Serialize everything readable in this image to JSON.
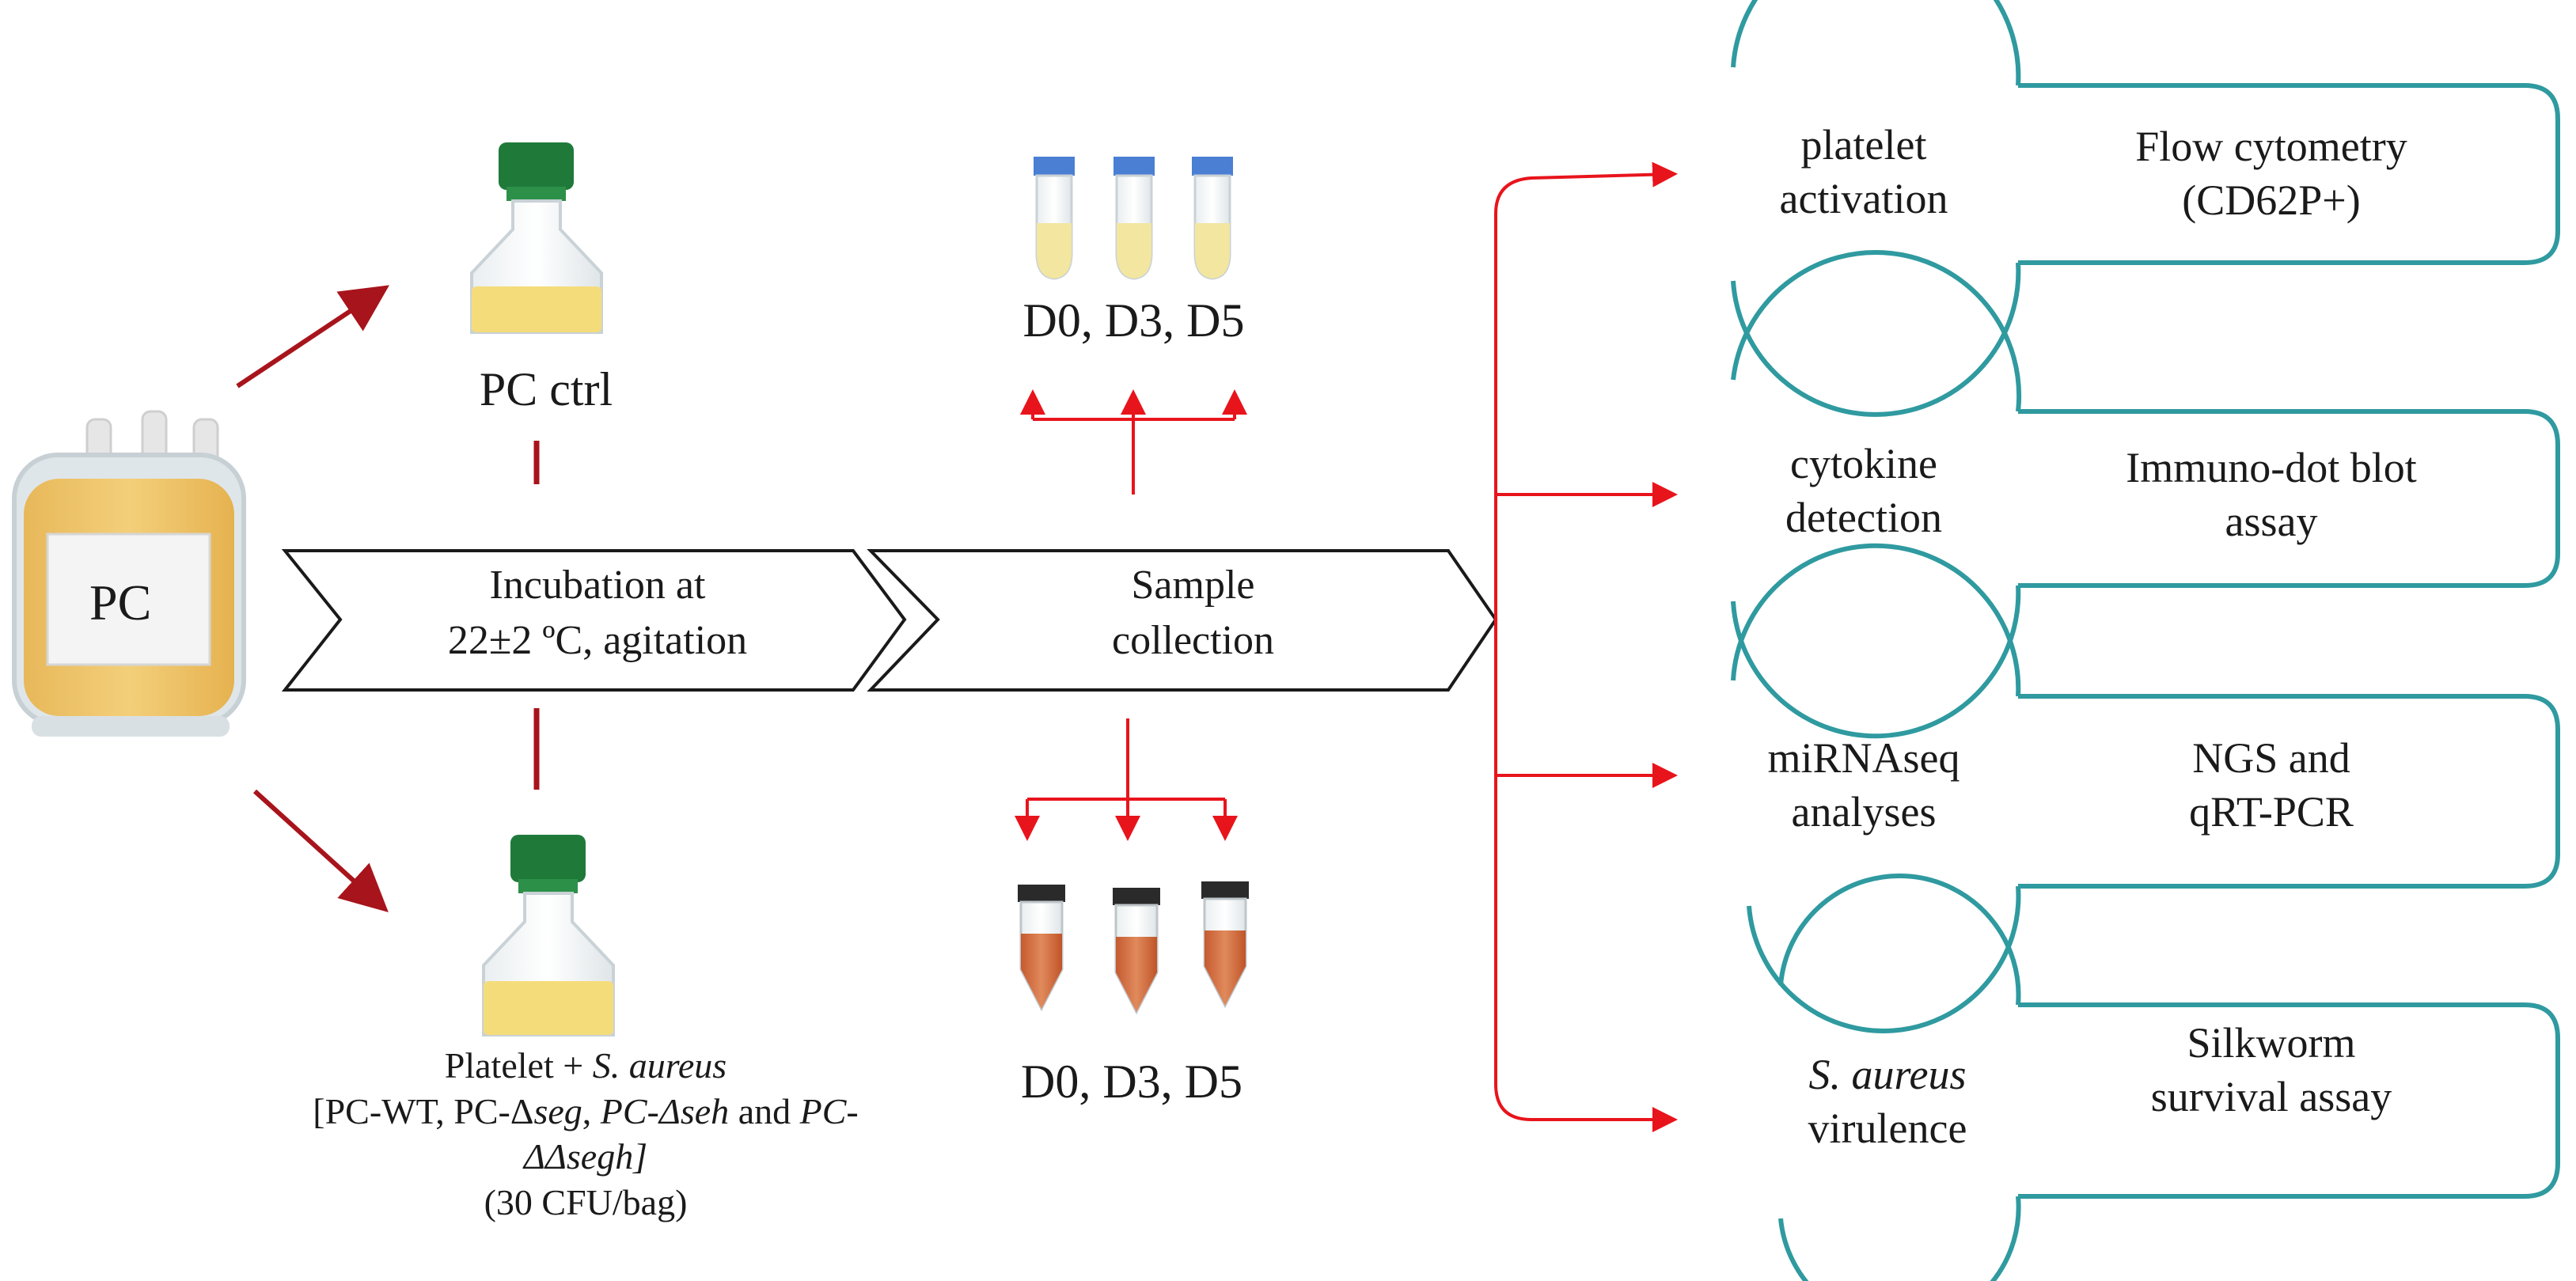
{
  "bag": {
    "label": "PC"
  },
  "flask_top": {
    "label": "PC ctrl"
  },
  "flask_bottom": {
    "line1_plain": "Platelet + ",
    "line1_italic": "S. aureus",
    "line2_a": "[PC-WT, PC-Δ",
    "line2_b": "seg",
    "line2_c": ", ",
    "line2_d": "PC-Δseh",
    "line2_e": " and ",
    "line2_f": "PC-ΔΔsegh]",
    "line3": "(30 CFU/bag)"
  },
  "steps": [
    {
      "line1": "Incubation at",
      "line2": "22±2 ºC, agitation"
    },
    {
      "line1": "Sample",
      "line2": "collection"
    }
  ],
  "tubes_top": {
    "label": "D0, D3, D5"
  },
  "tubes_bottom": {
    "label": "D0, D3, D5"
  },
  "analyses": [
    {
      "circle_line1": "platelet",
      "circle_line2": "activation",
      "box_line1": "Flow cytometry",
      "box_line2": "(CD62P+)",
      "italic_first": false
    },
    {
      "circle_line1": "cytokine",
      "circle_line2": "detection",
      "box_line1": "Immuno-dot blot",
      "box_line2": "assay",
      "italic_first": false
    },
    {
      "circle_line1": "miRNAseq",
      "circle_line2": "analyses",
      "box_line1": "NGS and",
      "box_line2": "qRT-PCR",
      "italic_first": false
    },
    {
      "circle_line1": "S. aureus",
      "circle_line2": "virulence",
      "box_line1": "Silkworm",
      "box_line2": "survival assay",
      "italic_first": true
    }
  ],
  "colors": {
    "dark_red_arrow": "#a8141c",
    "bright_red_arrow": "#e8141c",
    "teal_outline": "#2f9aa0",
    "platelet_yellow": "#f5dc7a",
    "bacteria_orange": "#d2693f",
    "cap_green": "#1f7a3a",
    "cap_blue": "#4a7fd4"
  }
}
